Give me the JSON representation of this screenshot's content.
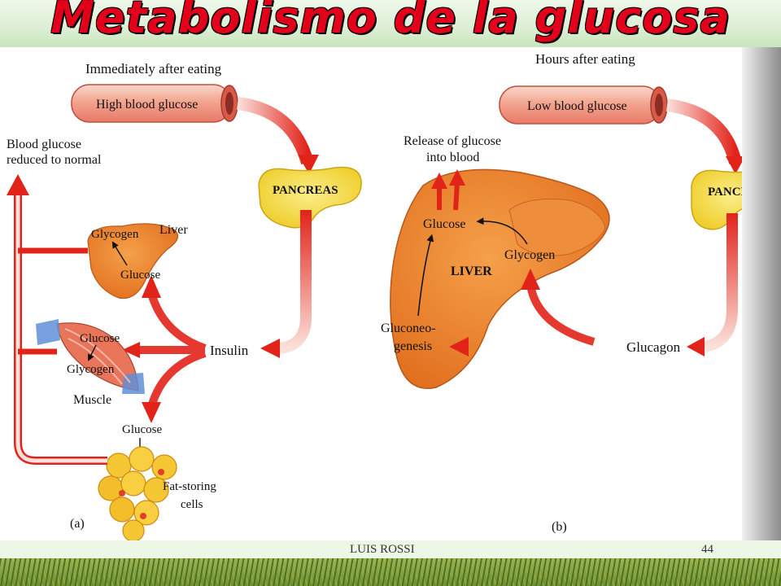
{
  "title": "Metabolismo de la glucosa",
  "footer": {
    "author": "LUIS ROSSI",
    "page": "44"
  },
  "panel_a": {
    "label": "(a)",
    "header": "Immediately after eating",
    "vessel": "High blood glucose",
    "result_line1": "Blood glucose",
    "result_line2": "reduced to normal",
    "pancreas": "PANCREAS",
    "liver": "Liver",
    "liver_glycogen": "Glycogen",
    "liver_glucose": "Glucose",
    "hormone": "Insulin",
    "muscle_glucose": "Glucose",
    "muscle_glycogen": "Glycogen",
    "muscle": "Muscle",
    "fat_glucose": "Glucose",
    "fat_line1": "Fat-storing",
    "fat_line2": "cells"
  },
  "panel_b": {
    "label": "(b)",
    "header": "Hours after eating",
    "vessel": "Low blood glucose",
    "release_line1": "Release of glucose",
    "release_line2": "into blood",
    "pancreas": "PANCREAS",
    "liver": "LIVER",
    "glucose": "Glucose",
    "glycogen": "Glycogen",
    "gluconeo_line1": "Gluconeo-",
    "gluconeo_line2": "genesis",
    "hormone": "Glucagon"
  },
  "colors": {
    "title": "#e2001a",
    "arrow": "#e2231a",
    "organ": "#e8842c",
    "pancreas": "#f2d43a"
  }
}
